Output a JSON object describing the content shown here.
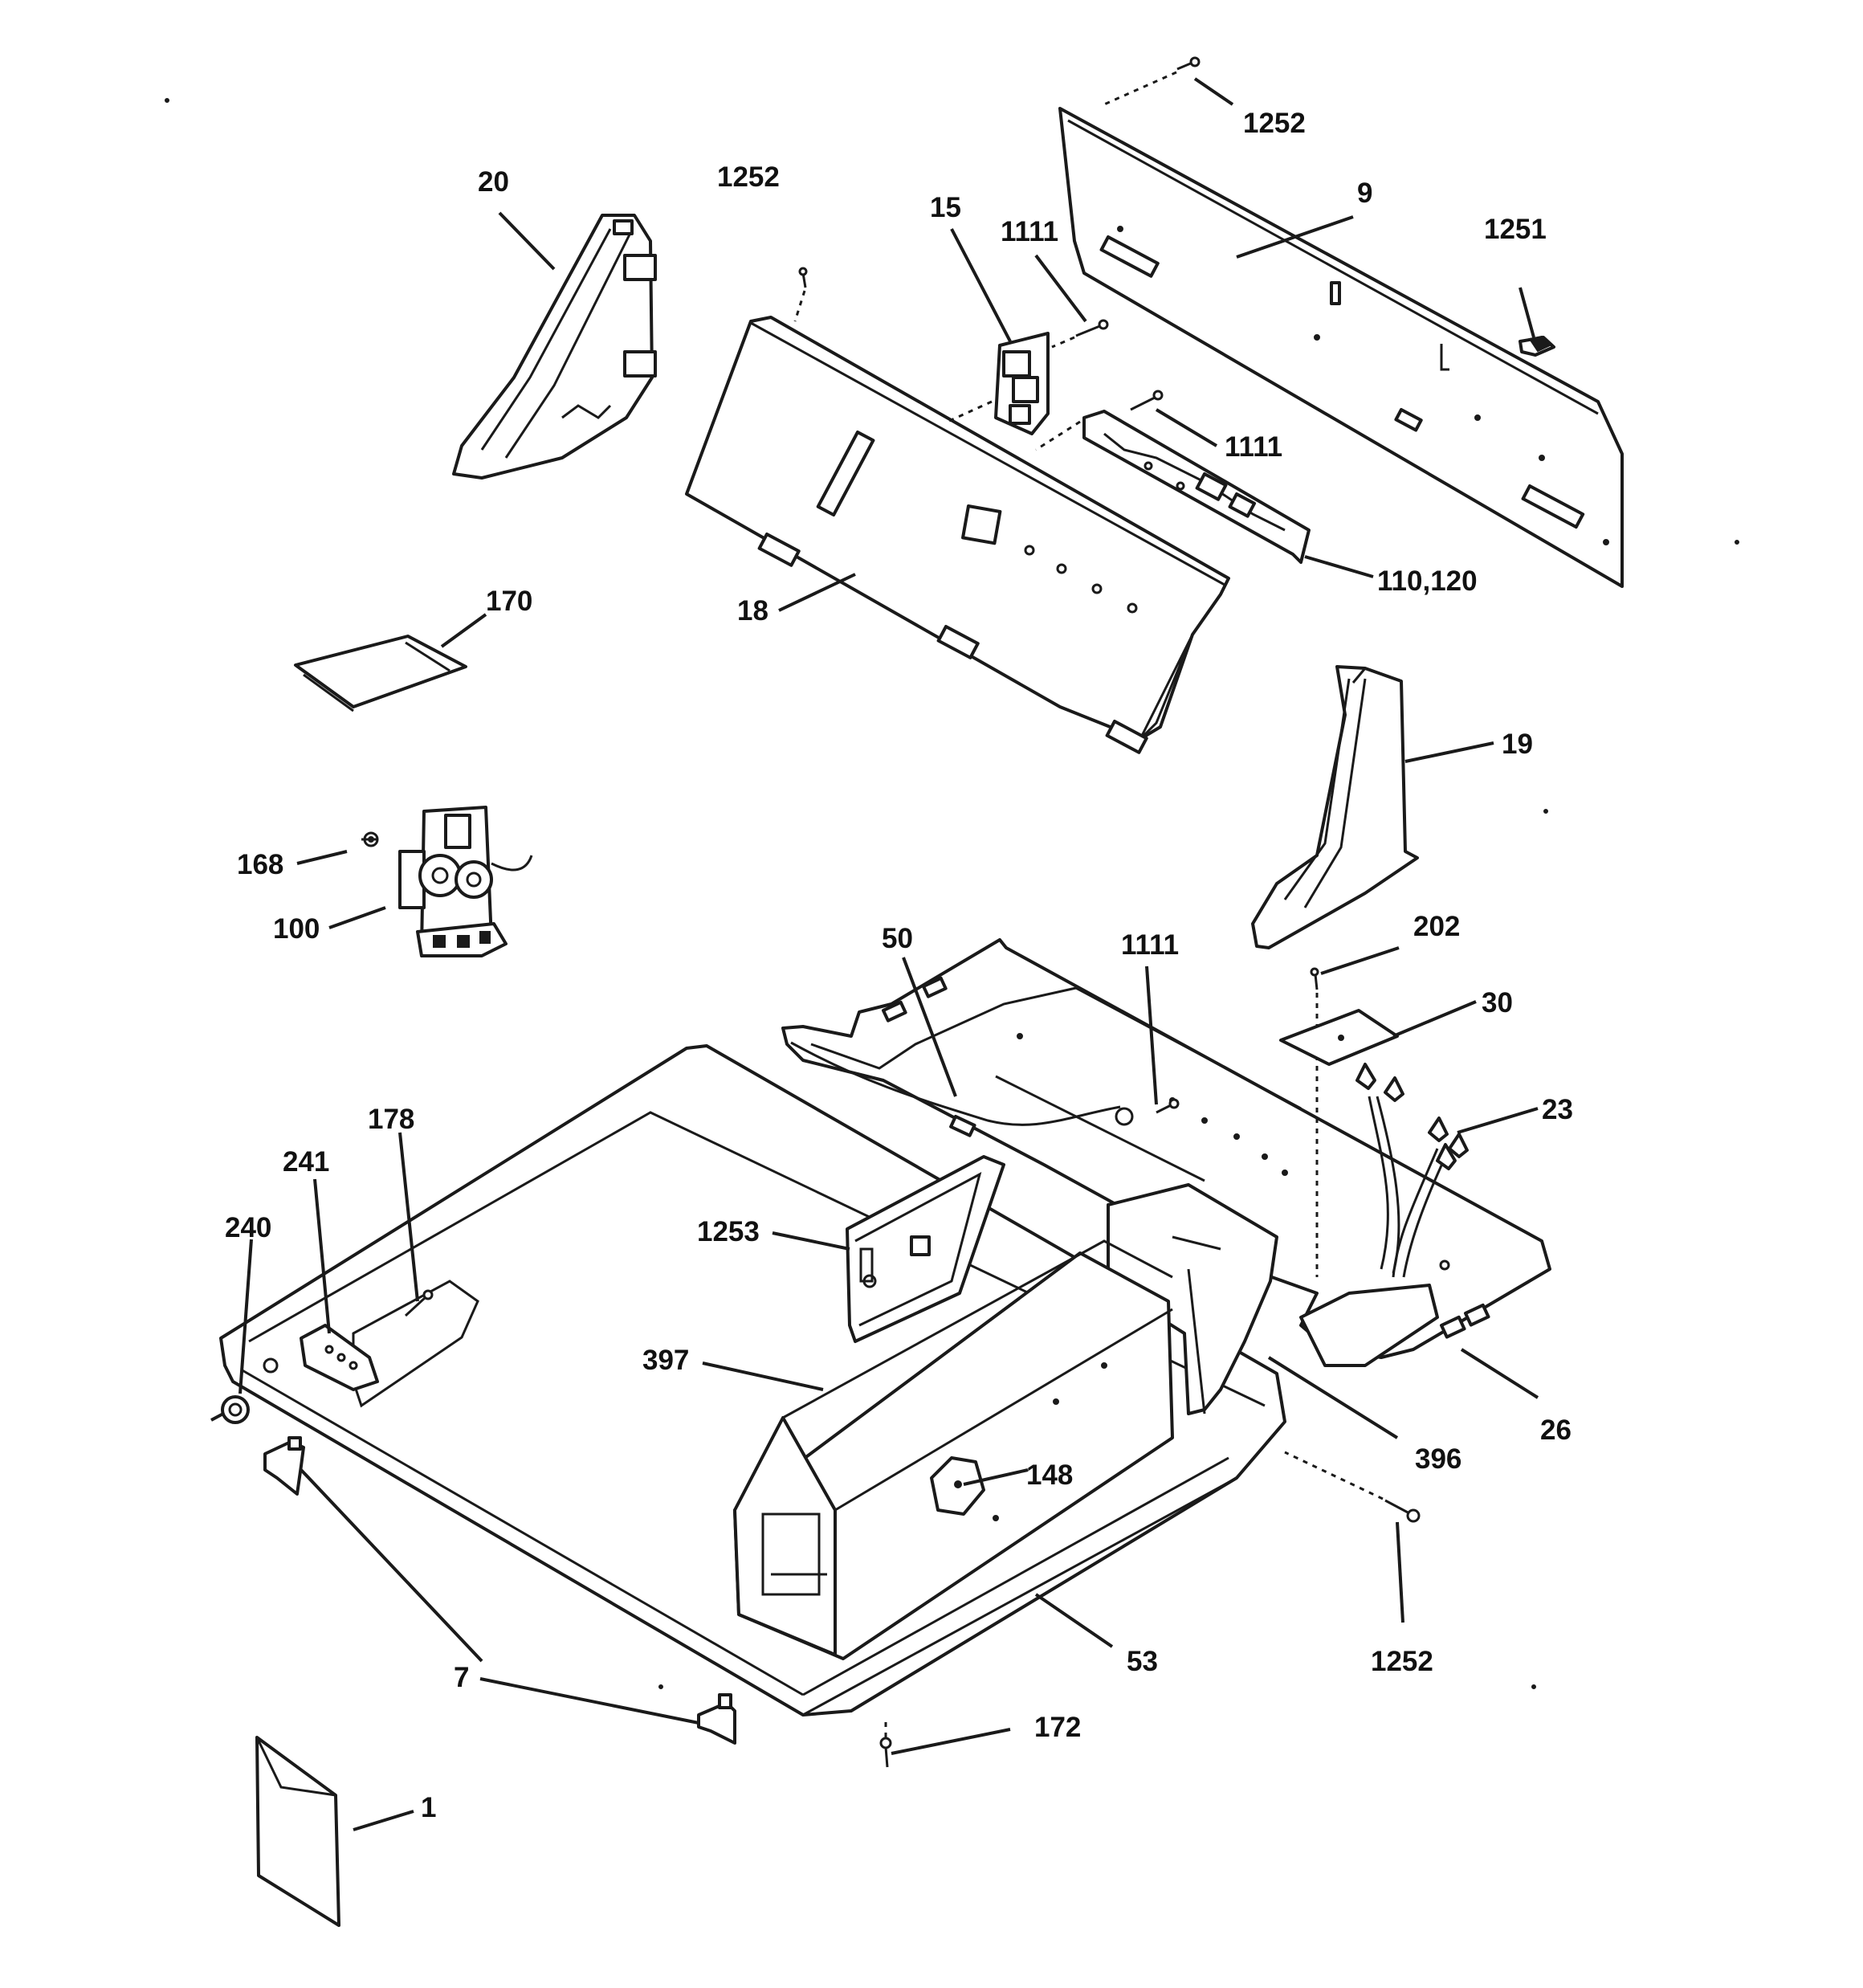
{
  "labels": {
    "p1252_top": "1252",
    "p9": "9",
    "p1251": "1251",
    "p20": "20",
    "p1252_mid": "1252",
    "p15": "15",
    "p1111_a": "1111",
    "p1111_b": "1111",
    "p110_120": "110,120",
    "p18": "18",
    "p170": "170",
    "p19": "19",
    "p168": "168",
    "p100": "100",
    "p50": "50",
    "p1111_c": "1111",
    "p202": "202",
    "p30": "30",
    "p23": "23",
    "p178": "178",
    "p241": "241",
    "p240": "240",
    "p1253": "1253",
    "p397": "397",
    "p26": "26",
    "p396": "396",
    "p148": "148",
    "p1252_bottom": "1252",
    "p7": "7",
    "p53": "53",
    "p172": "172",
    "p1": "1"
  },
  "colors": {
    "line": "#1a1a1a",
    "background": "#ffffff"
  }
}
